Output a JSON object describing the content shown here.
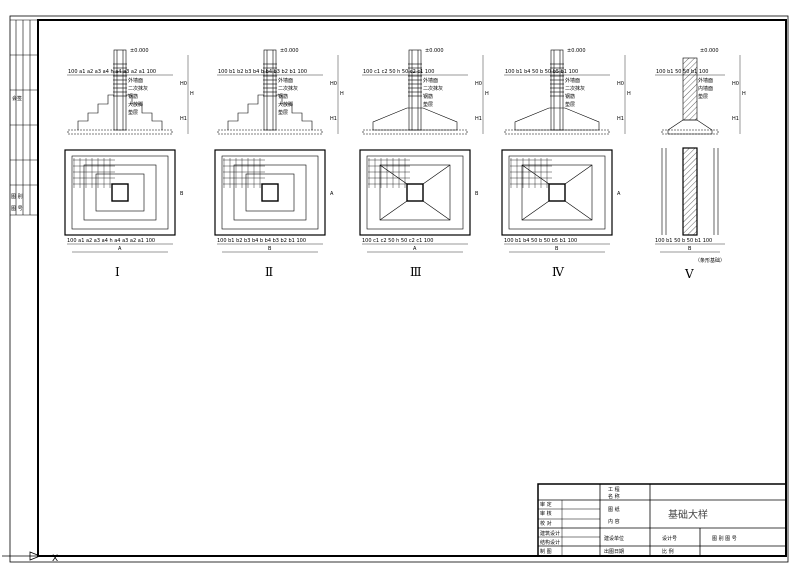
{
  "sheet": {
    "title": "基础大样",
    "note_strip": [
      "会签",
      "图 别",
      "图 号"
    ],
    "title_block": {
      "left_labels": [
        "审 定",
        "审 核",
        "校 对",
        "建筑设计",
        "结构设计",
        "制 图"
      ],
      "mid_labels": [
        "工 程\n名 称",
        "图 纸",
        "内 容",
        "建设单位",
        "出图日期"
      ],
      "col3_labels": [
        "设计号",
        "比 例"
      ],
      "right_labels": [
        "图 别",
        "图 号"
      ]
    }
  },
  "details": [
    {
      "numeral": "Ⅰ",
      "type": "stepped",
      "elevation": "±0.000",
      "dim_top": "100 a1 a2 a3 a4 h a4 a3 a2 a1 100",
      "dim_bottom": "100 a1 a2 a3 a4 h a4 a3 a2 a1 100",
      "axis": "A",
      "axis_side": "B",
      "labels": [
        "外墙面",
        "二次抹灰",
        "钢筋",
        "大放脚",
        "垫层"
      ]
    },
    {
      "numeral": "Ⅱ",
      "type": "stepped",
      "elevation": "±0.000",
      "dim_top": "100 b1 b2 b3 b4 b b4 b3 b2 b1 100",
      "dim_bottom": "100 b1 b2 b3 b4 b b4 b3 b2 b1 100",
      "axis": "B",
      "axis_side": "A",
      "labels": [
        "外墙面",
        "二次抹灰",
        "钢筋",
        "大放脚",
        "垫层"
      ]
    },
    {
      "numeral": "Ⅲ",
      "type": "sloped",
      "elevation": "±0.000",
      "dim_top": "100 c1 c2 50 h 50 c2 c1 100",
      "dim_bottom": "100 c1 c2 50 h 50 c2 c1 100",
      "axis": "A",
      "axis_side": "B",
      "labels": [
        "外墙面",
        "二次抹灰",
        "钢筋",
        "垫层"
      ]
    },
    {
      "numeral": "Ⅳ",
      "type": "sloped",
      "elevation": "±0.000",
      "dim_top": "100 b1 b4 50 b 50 b5 b1 100",
      "dim_bottom": "100 b1 b4 50 b 50 b5 b1 100",
      "axis": "B",
      "axis_side": "A",
      "labels": [
        "外墙面",
        "二次抹灰",
        "钢筋",
        "垫层"
      ]
    },
    {
      "numeral": "Ⅴ",
      "type": "strip",
      "elevation": "±0.000",
      "dim_top": "100 b1 50 50 b1 100",
      "dim_bottom": "100 b1 50 b 50 b1 100",
      "axis": "B",
      "axis_side": "",
      "caption": "（条形基础）",
      "labels": [
        "外墙面",
        "内墙面",
        "垫层"
      ]
    }
  ],
  "dim_letters": {
    "H": "H",
    "H0": "H0",
    "H1": "H1"
  }
}
